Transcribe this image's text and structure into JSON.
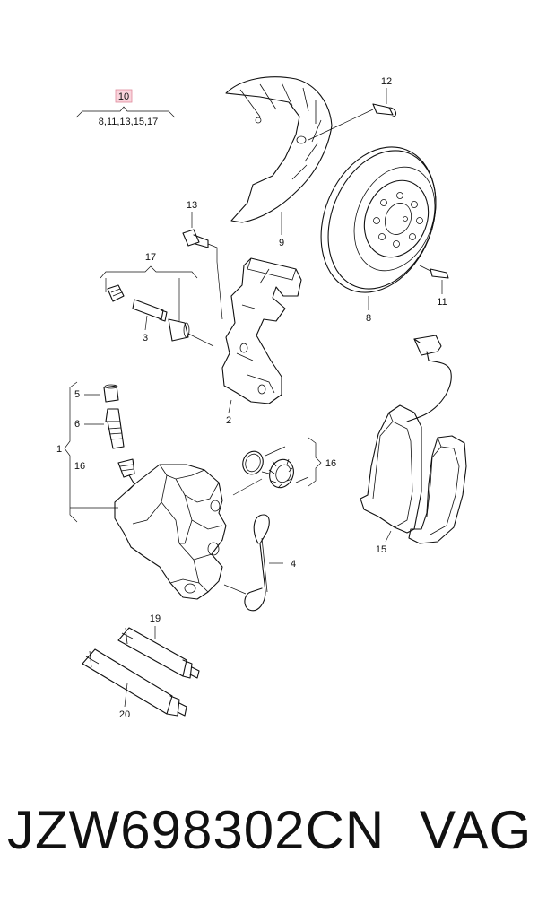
{
  "callouts": {
    "n10": "10",
    "n10_parts": "8,11,13,15,17",
    "n12": "12",
    "n9": "9",
    "n8": "8",
    "n11": "11",
    "n13": "13",
    "n17": "17",
    "n3": "3",
    "n2": "2",
    "n5": "5",
    "n6": "6",
    "n1": "1",
    "n16a": "16",
    "n16b": "16",
    "n4": "4",
    "n15": "15",
    "n19": "19",
    "n20": "20"
  },
  "footer": {
    "part_number": "JZW698302CN",
    "brand": "VAG"
  },
  "colors": {
    "line": "#111111",
    "highlight_fill": "#f9d4dc",
    "highlight_stroke": "#e08a9c"
  }
}
